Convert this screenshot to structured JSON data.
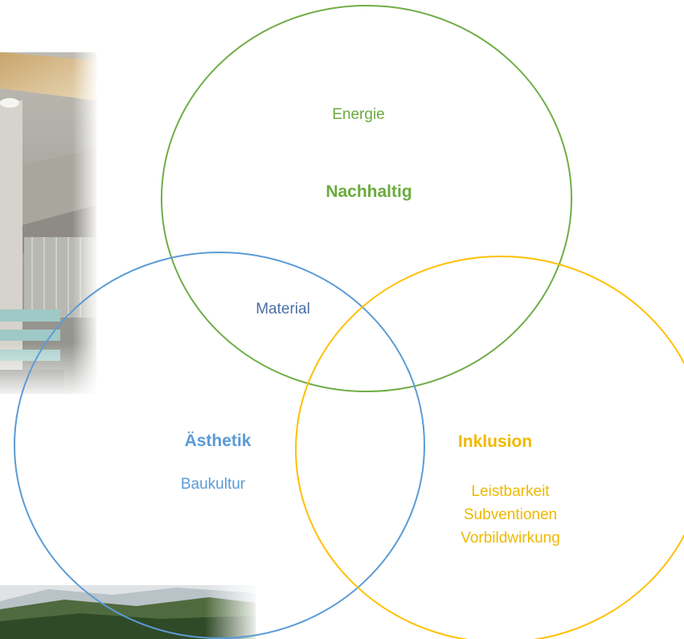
{
  "diagram": {
    "circles": {
      "nachhaltig": {
        "title": "Nachhaltig",
        "items": [
          "Energie"
        ],
        "color": "#70ad47"
      },
      "aesthetik": {
        "title": "Ästhetik",
        "items": [
          "Baukultur"
        ],
        "color": "#5b9bd5"
      },
      "inklusion": {
        "title": "Inklusion",
        "items": [
          "Leistbarkeit",
          "Subventionen",
          "Vorbildwirkung"
        ],
        "color": "#ffc000"
      }
    },
    "intersection_nachhaltig_aesthetik": "Material"
  },
  "images": {
    "interior_photo": "architecture-interior-photo",
    "landscape_photo": "mountain-landscape-photo"
  }
}
